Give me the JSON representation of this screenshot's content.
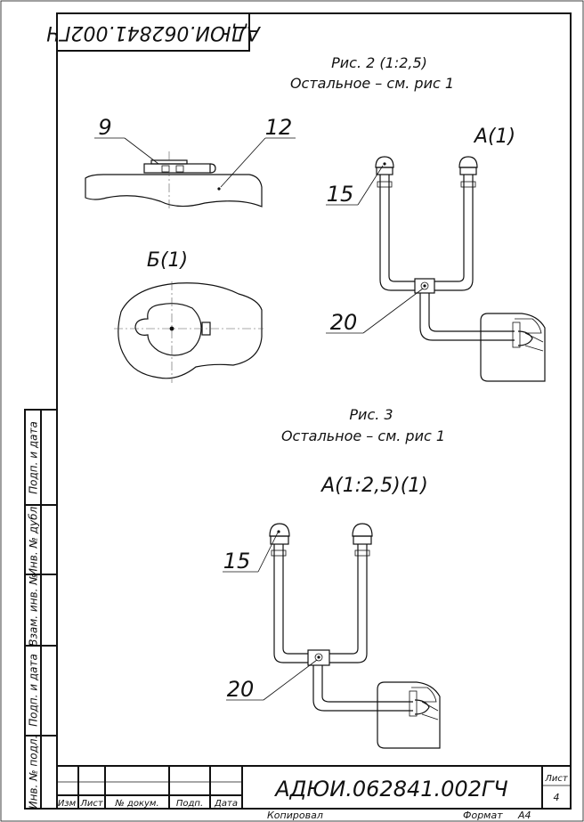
{
  "sheet": {
    "top_code_mirrored": "АДЮИ.062841.002ГЧ",
    "designation": "АДЮИ.062841.002ГЧ",
    "sheet_label": "Лист",
    "sheet_number": "4",
    "copied_label": "Копировал",
    "format_label": "Формат",
    "format_value": "А4"
  },
  "title_block_headers": [
    "Изм",
    "Лист",
    "№ докум.",
    "Подп.",
    "Дата"
  ],
  "side_strip_labels": [
    "Подп. и дата",
    "Инв. № дубл.",
    "Взам. инв. №",
    "Подп. и дата",
    "Инв. № подл."
  ],
  "figure2": {
    "caption": "Рис. 2 (1:2,5)",
    "note": "Остальное – см. рис 1",
    "view_a": "А(1)",
    "section_b": "Б(1)",
    "callouts": {
      "c9": "9",
      "c12": "12",
      "c15": "15",
      "c20": "20"
    }
  },
  "figure3": {
    "caption": "Рис. 3",
    "note": "Остальное – см. рис 1",
    "view_a": "А(1:2,5)(1)",
    "callouts": {
      "c15": "15",
      "c20": "20"
    }
  }
}
